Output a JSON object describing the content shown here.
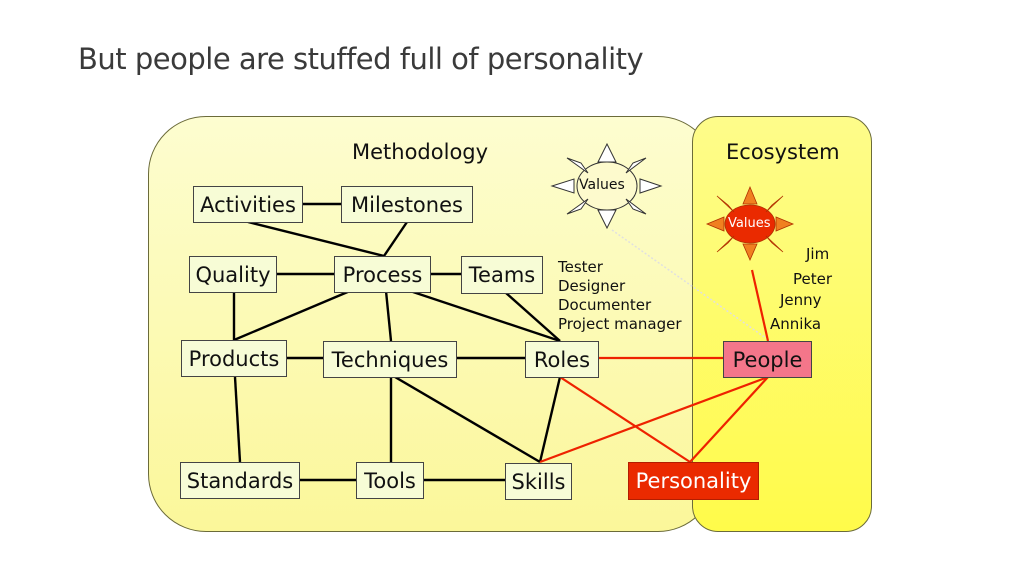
{
  "slide": {
    "title": "But people are stuffed full of personality"
  },
  "regions": {
    "methodology": "Methodology",
    "ecosystem": "Ecosystem"
  },
  "nodes": {
    "activities": "Activities",
    "milestones": "Milestones",
    "quality": "Quality",
    "process": "Process",
    "teams": "Teams",
    "products": "Products",
    "techniques": "Techniques",
    "roles": "Roles",
    "standards": "Standards",
    "tools": "Tools",
    "skills": "Skills",
    "people": "People",
    "personality": "Personality"
  },
  "role_examples": [
    "Tester",
    "Designer",
    "Documenter",
    "Project manager"
  ],
  "people_names": [
    "Jim",
    "Peter",
    "Jenny",
    "Annika"
  ],
  "values": {
    "methodology_label": "Values",
    "ecosystem_label": "Values"
  },
  "colors": {
    "methodology_fill": "#fbf79a",
    "ecosystem_fill": "#fffb4a",
    "node_fill": "#f7fcd6",
    "people_fill": "#f4768a",
    "personality_fill": "#ea2a00",
    "red_link": "#ee2200",
    "black_link": "#000000",
    "sun_red": "#ea2a00",
    "sun_orange": "#f08020"
  }
}
